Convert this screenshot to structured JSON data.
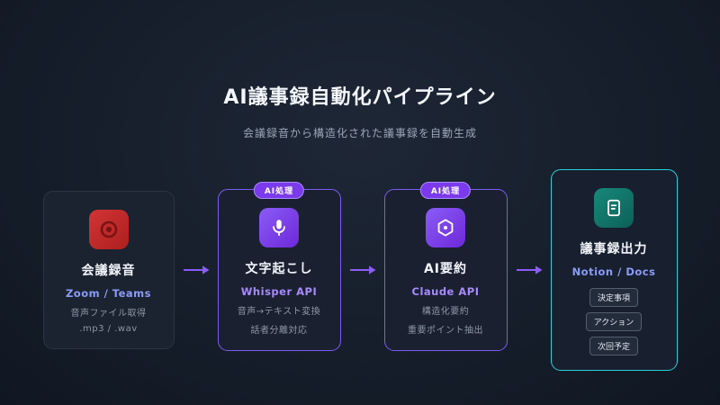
{
  "header": {
    "title": "AI議事録自動化パイプライン",
    "subtitle": "会議録音から構造化された議事録を自動生成"
  },
  "colors": {
    "accent_purple": "#8b5cf6",
    "accent_indigo": "#8b9cf8",
    "accent_cyan": "#2bd0d8",
    "accent_red": "#c62f2f",
    "accent_teal": "#14897c"
  },
  "pipeline": {
    "badge_label": "AI処理",
    "stages": [
      {
        "icon": "record-icon",
        "title": "会議録音",
        "highlight": "Zoom / Teams",
        "lines": [
          "音声ファイル取得",
          ".mp3 / .wav"
        ]
      },
      {
        "badge": "AI処理",
        "icon": "microphone-icon",
        "title": "文字起こし",
        "highlight": "Whisper API",
        "lines": [
          "音声→テキスト変換",
          "話者分離対応"
        ]
      },
      {
        "badge": "AI処理",
        "icon": "hexagon-icon",
        "title": "AI要約",
        "highlight": "Claude API",
        "lines": [
          "構造化要約",
          "重要ポイント抽出"
        ]
      },
      {
        "icon": "document-icon",
        "title": "議事録出力",
        "highlight": "Notion / Docs",
        "tags": [
          "決定事項",
          "アクション",
          "次回予定"
        ]
      }
    ]
  }
}
